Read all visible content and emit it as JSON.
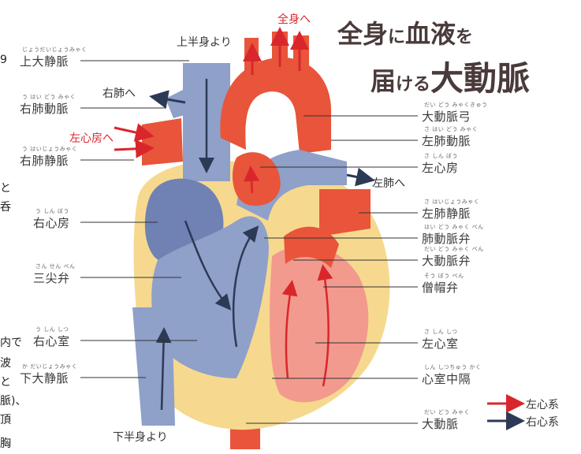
{
  "title": {
    "line1_a": "全身",
    "line1_b": "に",
    "line1_c": "血液",
    "line1_d": "を",
    "line2_a": "届",
    "line2_b": "ける",
    "line2_c": "大動脈"
  },
  "flow_labels": {
    "to_body": "全身へ",
    "from_upper_body": "上半身より",
    "to_right_lung": "右肺へ",
    "to_left_atrium": "左心房へ",
    "to_left_lung": "左肺へ",
    "from_lower_body": "下半身より"
  },
  "left_labels": [
    {
      "text": "上大静脈",
      "ruby": "じょうだいじょうみゃく"
    },
    {
      "text": "右肺動脈",
      "ruby": "う はい どう みゃく"
    },
    {
      "text": "右肺静脈",
      "ruby": "う はいじょうみゃく"
    },
    {
      "text": "右心房",
      "ruby": "う しん ぼう"
    },
    {
      "text": "三尖弁",
      "ruby": "さん せん べん"
    },
    {
      "text": "右心室",
      "ruby": "う しん しつ"
    },
    {
      "text": "下大静脈",
      "ruby": "か だいじょうみゃく"
    }
  ],
  "right_labels": [
    {
      "text": "大動脈弓",
      "ruby": "だい どう みゃくきゅう"
    },
    {
      "text": "左肺動脈",
      "ruby": "さ はい どう みゃく"
    },
    {
      "text": "左心房",
      "ruby": "さ しん ぼう"
    },
    {
      "text": "左肺静脈",
      "ruby": "さ はいじょうみゃく"
    },
    {
      "text": "肺動脈弁",
      "ruby": "はい どう みゃく べん"
    },
    {
      "text": "大動脈弁",
      "ruby": "だい どう みゃく べん"
    },
    {
      "text": "僧帽弁",
      "ruby": "そう ぼう べん"
    },
    {
      "text": "左心室",
      "ruby": "さ しん しつ"
    },
    {
      "text": "心室中隔",
      "ruby": "しん しつちゅう かく"
    },
    {
      "text": "大動脈",
      "ruby": "だい どう みゃく"
    }
  ],
  "legend": {
    "left_system": "左心系",
    "right_system": "右心系",
    "left_color": "#d9262c",
    "right_color": "#2d3a55"
  },
  "side_fragments": [
    "9",
    "と",
    "呑",
    "内で",
    "波",
    "と",
    "脈)、",
    "頂",
    "胸"
  ],
  "colors": {
    "vein_blue": "#8fa0c9",
    "heart_yellow": "#f6d98f",
    "artery_red": "#e8553a",
    "title_text": "#4a3a3a"
  }
}
